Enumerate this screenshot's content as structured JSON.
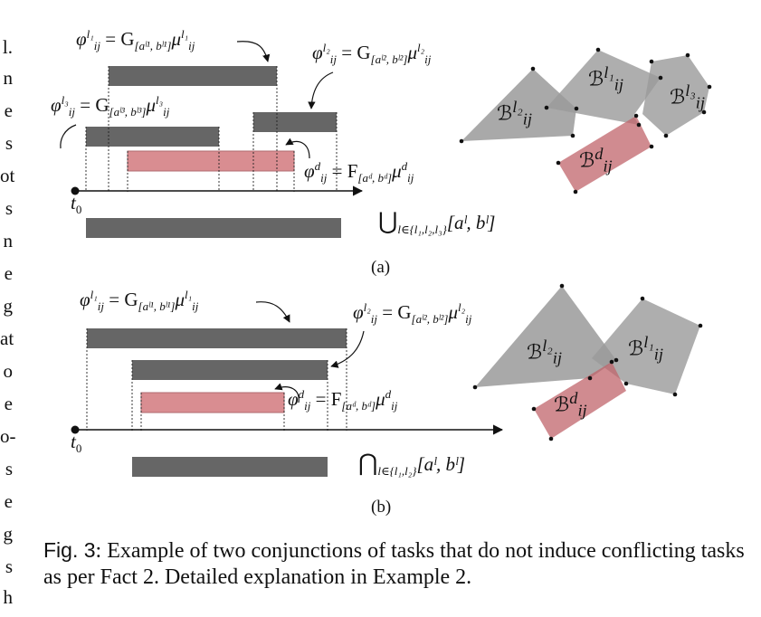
{
  "margin_letters": [
    "l.",
    "n",
    "e",
    "s",
    "ot",
    "s",
    "n",
    "e",
    "g",
    "at",
    "o",
    "e",
    "o-",
    "s",
    "e",
    "g",
    "s",
    "h"
  ],
  "panel_a": {
    "label": "(a)",
    "phi_l1": {
      "lhs": "φ",
      "sub": "ij",
      "sup": "l₁",
      "rhs": "= G",
      "rsub": "[aˡ¹, bˡ¹]",
      "mu": "μ",
      "musub": "ij",
      "musup": "l₁"
    },
    "phi_l2": {
      "lhs": "φ",
      "sub": "ij",
      "sup": "l₂",
      "rhs": "= G",
      "rsub": "[aˡ², bˡ²]",
      "mu": "μ",
      "musub": "ij",
      "musup": "l₂"
    },
    "phi_l3": {
      "lhs": "φ",
      "sub": "ij",
      "sup": "l₃",
      "rhs": "= G",
      "rsub": "[aˡ³, bˡ³]",
      "mu": "μ",
      "musub": "ij",
      "musup": "l₃"
    },
    "phi_d": {
      "lhs": "φ",
      "sub": "ij",
      "sup": "d",
      "rhs": "= F",
      "rsub": "[aᵈ, bᵈ]",
      "mu": "μ",
      "musub": "ij",
      "musup": "d"
    },
    "t0": "t",
    "t0_sub": "0",
    "union": {
      "op": "⋃",
      "sub": "l∈{l₁,l₂,l₃}",
      "rest": "[aˡ, bˡ]"
    },
    "regions": {
      "B_l1": {
        "sub": "ij",
        "sup": "l₁"
      },
      "B_l2": {
        "sub": "ij",
        "sup": "l₂"
      },
      "B_l3": {
        "sub": "ij",
        "sup": "l₃"
      },
      "B_d": {
        "sub": "ij",
        "sup": "d"
      }
    }
  },
  "panel_b": {
    "label": "(b)",
    "phi_l1": {
      "lhs": "φ",
      "sub": "ij",
      "sup": "l₁",
      "rhs": "= G",
      "rsub": "[aˡ¹, bˡ¹]",
      "mu": "μ",
      "musub": "ij",
      "musup": "l₁"
    },
    "phi_l2": {
      "lhs": "φ",
      "sub": "ij",
      "sup": "l₂",
      "rhs": "= G",
      "rsub": "[aˡ², bˡ²]",
      "mu": "μ",
      "musub": "ij",
      "musup": "l₂"
    },
    "phi_d": {
      "lhs": "φ",
      "sub": "ij",
      "sup": "d",
      "rhs": "= F",
      "rsub": "[aᵈ, bᵈ]",
      "mu": "μ",
      "musub": "ij",
      "musup": "d"
    },
    "t0": "t",
    "t0_sub": "0",
    "intersection": {
      "op": "⋂",
      "sub": "l∈{l₁,l₂}",
      "rest": "[aˡ, bˡ]"
    },
    "regions": {
      "B_l1": {
        "sub": "ij",
        "sup": "l₁"
      },
      "B_l2": {
        "sub": "ij",
        "sup": "l₂"
      },
      "B_d": {
        "sub": "ij",
        "sup": "d"
      }
    }
  },
  "caption": {
    "fig": "Fig. 3",
    "text": ": Example of two conjunctions of tasks that do not induce conflicting tasks as per Fact 2. Detailed explanation in Example 2."
  },
  "colors": {
    "bar": "#666666",
    "red_bar": "#d98d91",
    "red_bar_border": "#c77b80",
    "poly_gray": "#9a9a9a",
    "poly_red": "#c0646b"
  }
}
